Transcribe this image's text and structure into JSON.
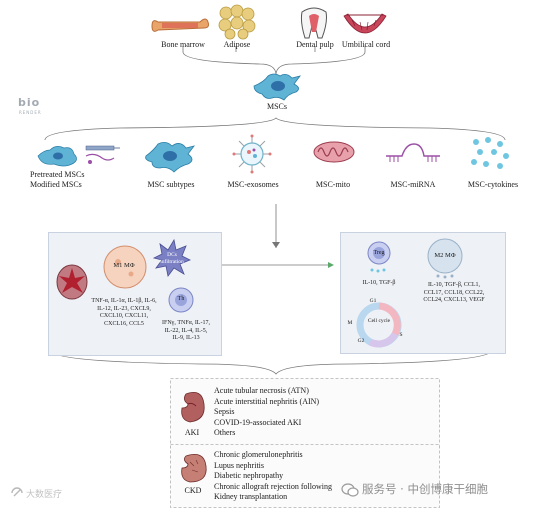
{
  "sources": [
    {
      "id": "bone-marrow",
      "label": "Bone marrow"
    },
    {
      "id": "adipose",
      "label": "Adipose"
    },
    {
      "id": "dental-pulp",
      "label": "Dental pulp"
    },
    {
      "id": "umbilical-cord",
      "label": "Umbilical cord"
    }
  ],
  "center_label": "MSCs",
  "bio_logo": {
    "main": "bio",
    "sub": "RENDER"
  },
  "derivatives": {
    "pretreated": "Pretreated MSCs",
    "modified": "Modified MSCs",
    "subtypes": "MSC subtypes",
    "exosomes": "MSC-exosomes",
    "mito": "MSC-mito",
    "mirna": "MSC-miRNA",
    "cytokines": "MSC-cytokines"
  },
  "left_panel": {
    "m1": "M1 MΦ",
    "dcs": "DCs\ninfiltration",
    "th": "Th",
    "m1_cytokines": "TNF-α, IL-1α, IL-1β, IL-6,\nIL-12, IL-23, CXCL9,\nCXCL10, CXCL11,\nCXCL16, CCL5",
    "th_cytokines": "IFNγ, TNFα, IL-17,\nIL-22, IL-4, IL-5,\nIL-9, IL-13"
  },
  "right_panel": {
    "treg": "Treg",
    "treg_cytokines": "IL-10, TGF-β",
    "m2": "M2 MΦ",
    "m2_cytokines": "IL-10, TGF-β, CCL1,\nCCL17, CCL18, CCL22,\nCCL24, CXCL13, VEGF",
    "cell_cycle": "Cell cycle",
    "g1": "G1",
    "m": "M",
    "s": "S",
    "g2": "G2"
  },
  "aki": {
    "label": "AKI",
    "items": [
      "Acute tubular necrosis (ATN)",
      "Acute interstitial nephritis (AIN)",
      "Sepsis",
      "COVID-19-associated AKI",
      "Others"
    ]
  },
  "ckd": {
    "label": "CKD",
    "items": [
      "Chronic glomerulonephritis",
      "Lupus nephritis",
      "Diabetic nephropathy",
      "Chronic allograft rejection following",
      "Kidney transplantation"
    ]
  },
  "watermark_left": "大数医疗",
  "watermark_right": "服务号 · 中创博康干细胞",
  "colors": {
    "cell_blue": "#5fb3d4",
    "panel_bg": "#eef1f6",
    "mirna": "#9b4fa6",
    "mito": "#c26a78",
    "bone": "#e9a46a",
    "adipose": "#e8cd7e"
  }
}
